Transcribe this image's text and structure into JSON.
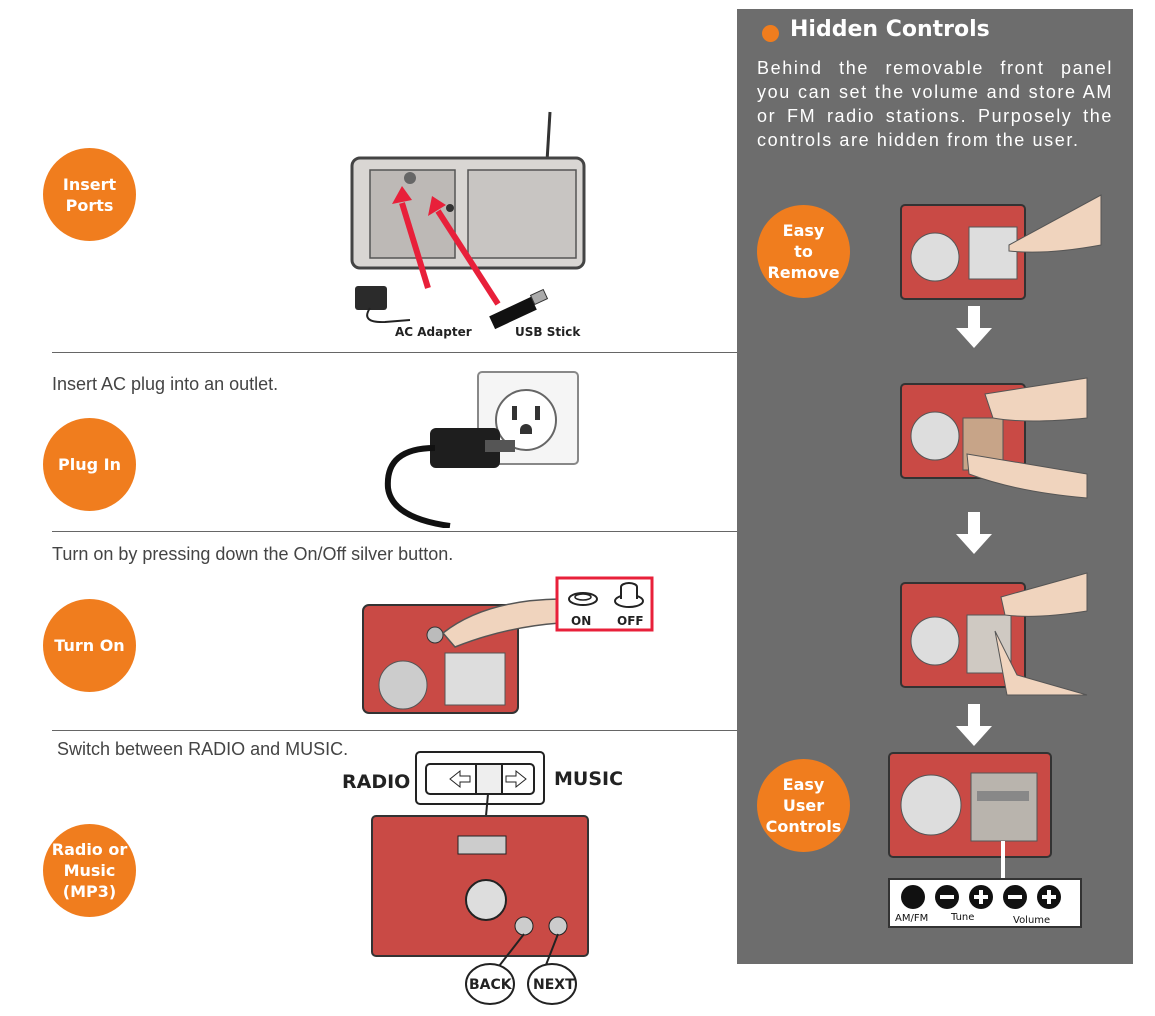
{
  "steps": [
    {
      "label": "Insert\nPorts",
      "text": ""
    },
    {
      "label": "Plug In",
      "text": "Insert AC plug into an outlet."
    },
    {
      "label": "Turn On",
      "text": "Turn on by pressing down the On/Off silver button."
    },
    {
      "label": "Radio or\nMusic\n(MP3)",
      "text": "Switch between RADIO and MUSIC."
    }
  ],
  "ports_figure": {
    "ac_adapter": "AC Adapter",
    "usb_stick": "USB Stick"
  },
  "power_figure": {
    "on": "ON",
    "off": "OFF"
  },
  "switch_figure": {
    "radio": "RADIO",
    "music": "MUSIC",
    "back": "BACK",
    "next": "NEXT"
  },
  "hidden_controls": {
    "title": "Hidden Controls",
    "description": "Behind the removable front panel you can set the volume and store AM or FM radio stations. Purposely the controls are hidden from the user.",
    "easy_remove": "Easy\nto\nRemove",
    "easy_controls": "Easy\nUser\nControls",
    "controls": {
      "amfm": "AM/FM",
      "tune": "Tune",
      "volume": "Volume"
    }
  },
  "colors": {
    "accent": "#f07d1e",
    "panel": "#6d6d6d",
    "radio_red": "#c94a45",
    "arrow_red": "#e8203a"
  }
}
